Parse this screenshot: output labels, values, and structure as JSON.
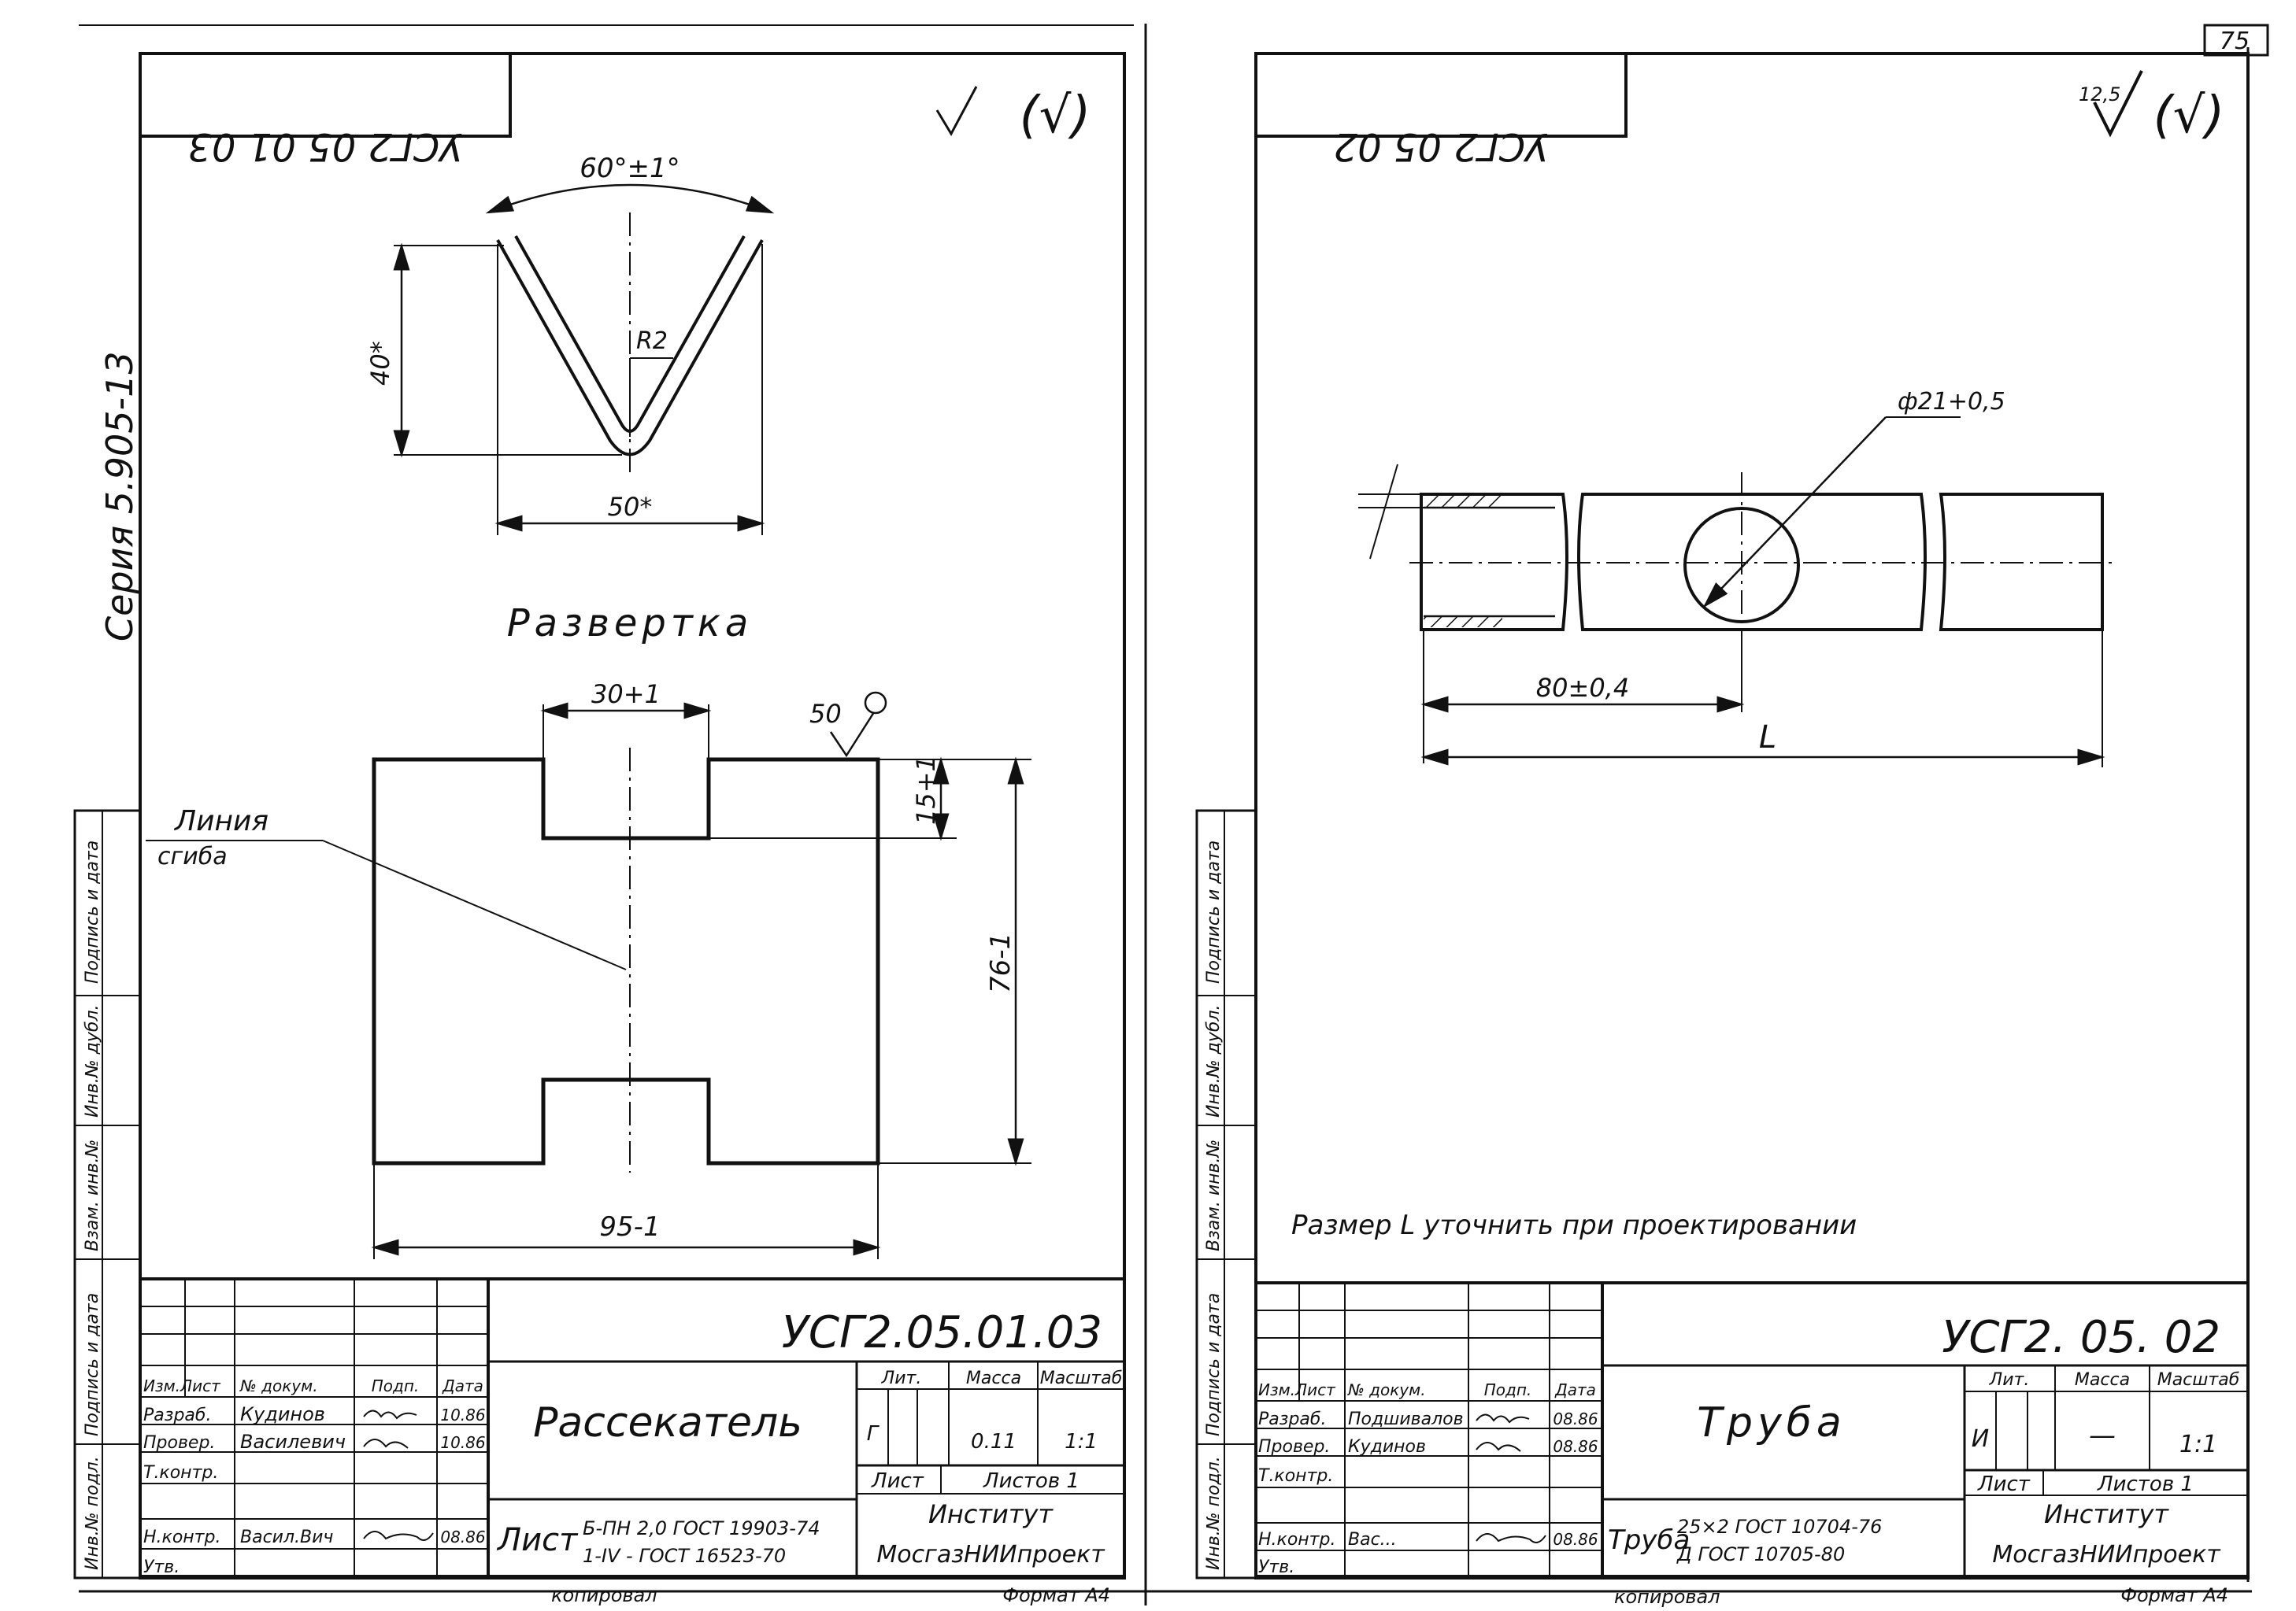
{
  "page_number": "75",
  "series_label": "Серия  5.905-13",
  "left_sheet": {
    "mirrored_code": "УСГ2 05 01 03",
    "roughness_symbol": "(√)",
    "angle_dim": "60°±1°",
    "height_dim": "40*",
    "radius_dim": "R2",
    "width_dim": "50*",
    "section_title": "Развертка",
    "notch_dim": "30+1",
    "roughness_value": "50",
    "bend_line_label_1": "Линия",
    "bend_line_label_2": "сгиба",
    "notch_depth_dim": "15+1",
    "total_height_dim": "76-1",
    "total_width_dim": "95-1",
    "title_block": {
      "designation": "УСГ2.05.01.03",
      "part_name": "Рассекатель",
      "header_lit": "Лит.",
      "header_mass": "Масса",
      "header_scale": "Масштаб",
      "lit_value": "Г",
      "mass_value": "0.11",
      "scale_value": "1:1",
      "sheet_label": "Лист",
      "sheets_label": "Листов 1",
      "material_prefix": "Лист",
      "material_top": "Б-ПН 2,0 ГОСТ 19903-74",
      "material_bottom": "1-IV - ГОСТ 16523-70",
      "org_1": "Институт",
      "org_2": "МосгазНИИпроект",
      "roles": [
        "Изм.Лист",
        "Разраб.",
        "Провер.",
        "Т.контр.",
        "",
        "Н.контр.",
        "Утв."
      ],
      "names": [
        "№ докум.",
        "Кудинов",
        "Василевич",
        "",
        "",
        "Васил.Вич",
        ""
      ],
      "sign_header": "Подп.",
      "date_header": "Дата",
      "dates": [
        "",
        "10.86",
        "10.86",
        "",
        "",
        "08.86",
        ""
      ],
      "copied": "копировал",
      "format": "Формат А4"
    }
  },
  "right_sheet": {
    "mirrored_code": "УСГ2 05 02",
    "roughness_value": "12,5",
    "roughness_symbol": "(√)",
    "diameter_dim": "ф21+0,5",
    "length_dim_1": "80±0,4",
    "length_dim_2": "L",
    "note": "Размер  L  уточнить  при  проектировании",
    "title_block": {
      "designation": "УСГ2. 05. 02",
      "part_name": "Труба",
      "header_lit": "Лит.",
      "header_mass": "Масса",
      "header_scale": "Масштаб",
      "lit_value": "И",
      "mass_value": "—",
      "scale_value": "1:1",
      "sheet_label": "Лист",
      "sheets_label": "Листов 1",
      "material_prefix": "Труба",
      "material_top": "25×2 ГОСТ 10704-76",
      "material_bottom": "Д ГОСТ 10705-80",
      "org_1": "Институт",
      "org_2": "МосгазНИИпроект",
      "roles": [
        "Изм.Лист",
        "Разраб.",
        "Провер.",
        "Т.контр.",
        "",
        "Н.контр.",
        "Утв."
      ],
      "names": [
        "№ докум.",
        "Подшивалов",
        "Кудинов",
        "",
        "",
        "Вас...",
        ""
      ],
      "sign_header": "Подп.",
      "date_header": "Дата",
      "dates": [
        "",
        "08.86",
        "08.86",
        "",
        "",
        "08.86",
        ""
      ],
      "copied": "копировал",
      "format": "Формат А4"
    }
  },
  "side_strip_labels": [
    "Подпись и дата",
    "Инв.№ дубл.",
    "Взам. инв.№",
    "Подпись и дата",
    "Инв.№ подл."
  ]
}
